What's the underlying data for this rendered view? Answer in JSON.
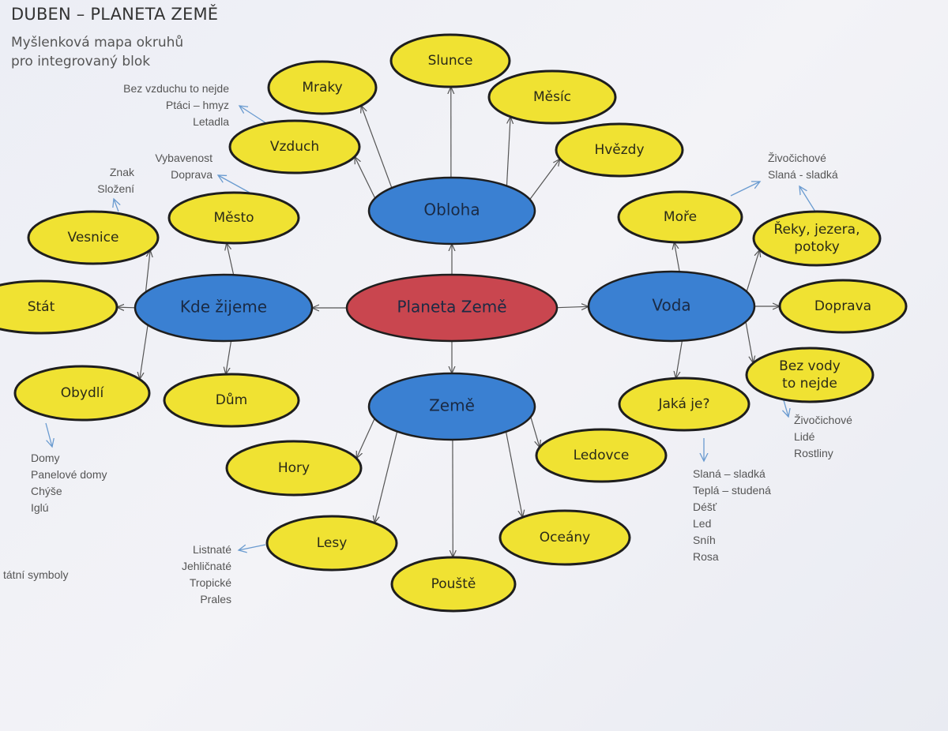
{
  "header": {
    "title": "DUBEN – PLANETA ZEMĚ",
    "subtitle_line1": "Myšlenková mapa okruhů",
    "subtitle_line2": "pro integrovaný blok"
  },
  "colors": {
    "center": "#c9464f",
    "main": "#3a80d2",
    "leaf": "#f0e232",
    "outline": "#1e1e1e",
    "arrow": "#555555",
    "note_arrow": "#6a9bd0"
  },
  "center": "Planeta Země",
  "main": {
    "obloha": "Obloha",
    "kde": "Kde žijeme",
    "voda": "Voda",
    "zeme": "Země"
  },
  "leaves": {
    "slunce": "Slunce",
    "mraky": "Mraky",
    "mesic": "Měsíc",
    "vzduch": "Vzduch",
    "hvezdy": "Hvězdy",
    "mesto": "Město",
    "vesnice": "Vesnice",
    "stat": "Stát",
    "obydli": "Obydlí",
    "dum": "Dům",
    "more": "Moře",
    "reky1": "Řeky, jezera,",
    "reky2": "potoky",
    "doprava": "Doprava",
    "bezvody1": "Bez vody",
    "bezvody2": "to nejde",
    "jaka": "Jaká je?",
    "hory": "Hory",
    "ledovce": "Ledovce",
    "lesy": "Lesy",
    "oceany": "Oceány",
    "pouste": "Pouště"
  },
  "notes": {
    "vzduch": [
      "Bez vzduchu to  nejde",
      "Ptáci – hmyz",
      "Letadla"
    ],
    "mesto": [
      "Vybavenost",
      "Doprava"
    ],
    "vesnice": [
      "Znak",
      "Složení"
    ],
    "obydli": [
      "Domy",
      "Panelové domy",
      "Chýše",
      "Iglú"
    ],
    "stat": [
      "tátní symboly"
    ],
    "lesy": [
      "Listnaté",
      "Jehličnaté",
      "Tropické",
      "Prales"
    ],
    "voda_top": [
      "Živočichové",
      "Slaná - sladká"
    ],
    "bezvody": [
      "Živočichové",
      "Lidé",
      "Rostliny"
    ],
    "jaka": [
      "Slaná – sladká",
      "Teplá – studená",
      "Déšť",
      "Led",
      "Sníh",
      "Rosa"
    ]
  }
}
